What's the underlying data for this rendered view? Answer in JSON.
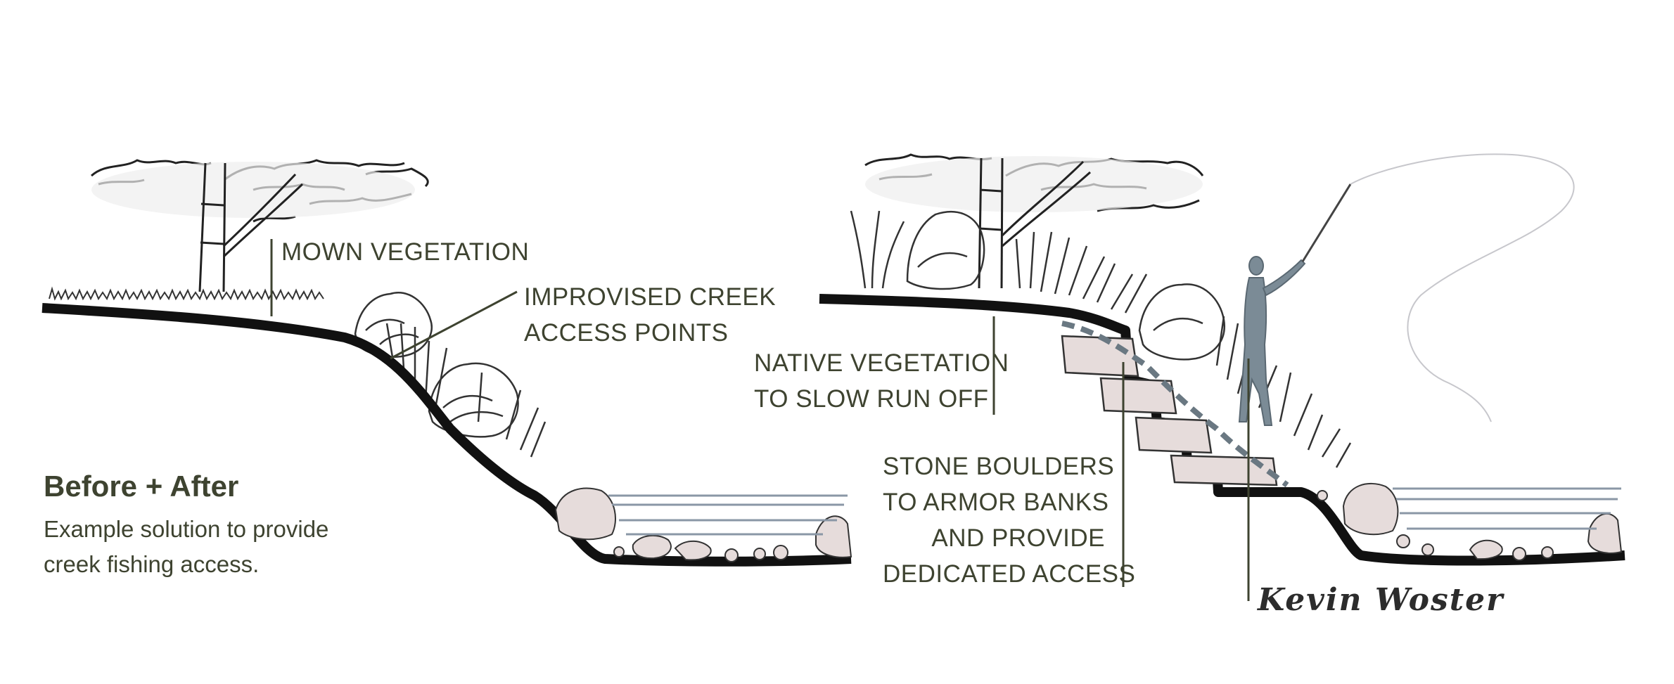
{
  "before": {
    "label_mown": "MOWN VEGETATION",
    "label_improvised": [
      "IMPROVISED CREEK",
      "ACCESS POINTS"
    ]
  },
  "after": {
    "label_native": [
      "NATIVE VEGETATION",
      "TO SLOW RUN OFF"
    ],
    "label_stone": [
      "STONE BOULDERS",
      "TO ARMOR BANKS",
      "AND PROVIDE",
      "DEDICATED ACCESS"
    ]
  },
  "caption": {
    "title": "Before + After",
    "lines": [
      "Example solution to provide",
      "creek fishing access."
    ]
  },
  "signature": "Kevin Woster",
  "colors": {
    "text": "#3e4330",
    "ground": "#111111",
    "water": "#8a97a6",
    "figure": "#7b8b96",
    "stone": "#e6dcdb"
  }
}
